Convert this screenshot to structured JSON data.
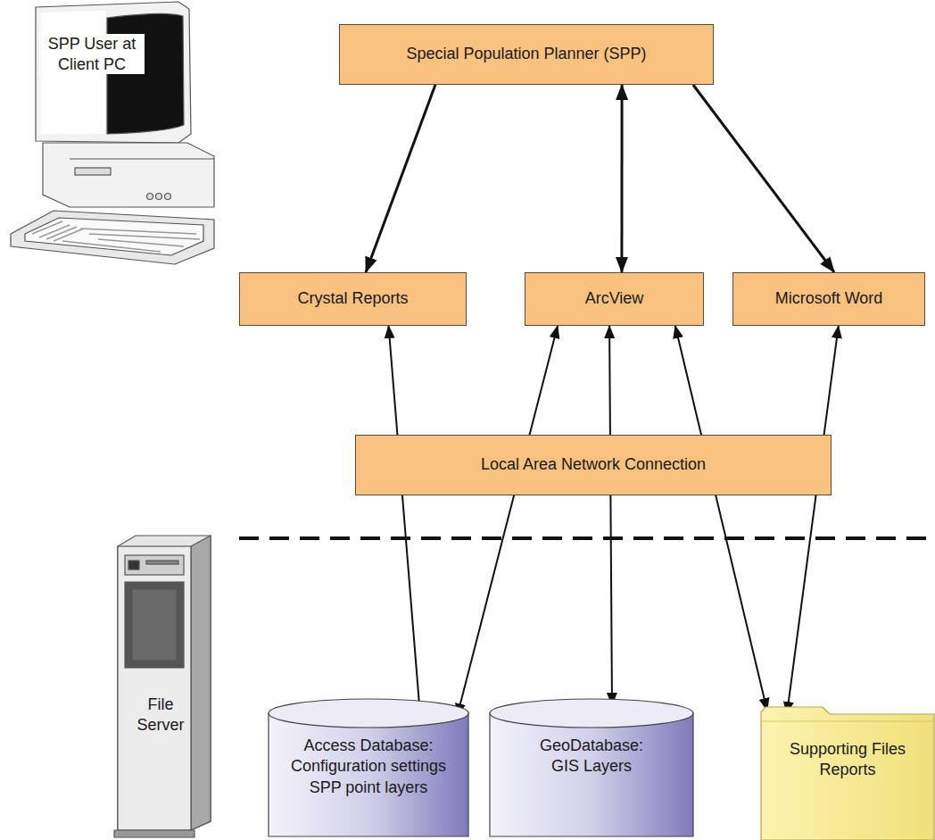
{
  "diagram": {
    "nodes": [
      {
        "text": [
          "Special Population Planner (SPP)"
        ]
      },
      {
        "text": [
          "Crystal Reports"
        ]
      },
      {
        "text": [
          "ArcView"
        ]
      },
      {
        "text": [
          "Microsoft Word"
        ]
      },
      {
        "text": [
          "Local Area Network Connection"
        ]
      },
      {
        "text": [
          "Access Database:",
          "Configuration settings SPP point layers"
        ]
      },
      {
        "text": [
          "GeoDatabase:",
          "GIS Layers"
        ]
      },
      {
        "text": [
          "Supporting Files",
          "Reports"
        ]
      }
    ],
    "edges": [
      {
        "from": 0,
        "to": 1,
        "arrow": "to"
      },
      {
        "from": 0,
        "to": 2,
        "arrow": "both"
      },
      {
        "from": 0,
        "to": 3,
        "arrow": "to"
      },
      {
        "from": 5,
        "to": 1,
        "arrow": "to"
      },
      {
        "from": 5,
        "to": 2,
        "arrow": "both"
      },
      {
        "from": 6,
        "to": 2,
        "arrow": "both"
      },
      {
        "from": 7,
        "to": 2,
        "arrow": "both"
      },
      {
        "from": 7,
        "to": 3,
        "arrow": "both"
      }
    ],
    "labels": [
      "SPP User at Client PC",
      "File Server"
    ]
  }
}
